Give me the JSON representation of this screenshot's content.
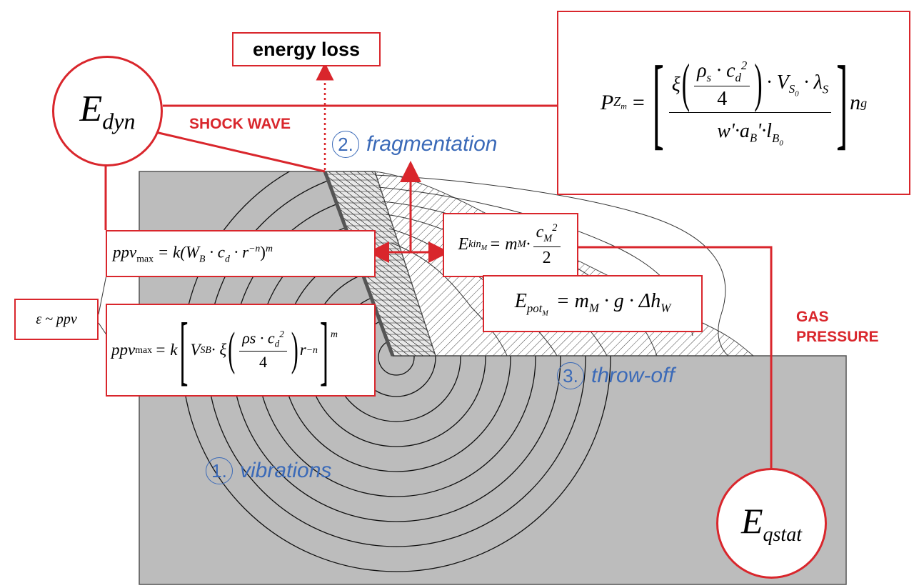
{
  "labels": {
    "energy_loss": "energy loss",
    "shock_wave": "SHOCK WAVE",
    "gas_pressure_line1": "GAS",
    "gas_pressure_line2": "PRESSURE",
    "fragmentation_num": "2.",
    "fragmentation": "fragmentation",
    "throw_off_num": "3.",
    "throw_off": "throw-off",
    "vibrations_num": "1.",
    "vibrations": "vibrations"
  },
  "circles": {
    "e_dyn": {
      "symbol": "E",
      "sub": "dyn"
    },
    "e_qstat": {
      "symbol": "E",
      "sub": "qstat"
    }
  },
  "formulas": {
    "pz": {
      "lhs": "P",
      "lhs_sub": "Z",
      "lhs_subsub": "m",
      "xi": "ξ",
      "rho": "ρ",
      "rho_sub": "s",
      "cd": "c",
      "cd_sub": "d",
      "sq": "2",
      "four": "4",
      "v": "V",
      "v_sub": "S",
      "v_subsub": "0",
      "lambda": "λ",
      "lambda_sub": "S",
      "den": "w'·a",
      "den_sub": "B",
      "den2": "'·l",
      "den2_sub": "B",
      "den2_subsub": "0",
      "n": "n",
      "n_sub": "g"
    },
    "ppv1": {
      "lhs": "ppv",
      "lhs_sub": "max",
      "rhs": "= k(W",
      "wb_sub": "B",
      "mid": " · c",
      "cd_sub": "d",
      "r": " · r",
      "r_sup": "−n",
      "close": ")",
      "m": "m"
    },
    "ppv2": {
      "lhs": "ppv",
      "lhs_sub": "max",
      "k": "= k",
      "v": "V",
      "v_sub": "SB",
      "xi": " · ξ",
      "rho": "ρs · c",
      "cd_sub": "d",
      "sq": "2",
      "four": "4",
      "r": "r",
      "r_sup": "−n",
      "m": "m"
    },
    "eps": {
      "text": "ε ~ ppv"
    },
    "ekin": {
      "lhs": "E",
      "lhs_sub": "kin",
      "lhs_subsub": "M",
      "eq": "= m",
      "m_sub": "M",
      "dot": " ·",
      "c": "c",
      "c_sub": "M",
      "sq": "2",
      "two": "2"
    },
    "epot": {
      "lhs": "E",
      "lhs_sub": "pot",
      "lhs_subsub": "M",
      "rhs": "= m",
      "m_sub": "M",
      "rest": " · g · Δh",
      "h_sub": "W"
    }
  },
  "colors": {
    "accent_red": "#d9262c",
    "label_blue": "#3b6ab8",
    "rock_gray": "#bcbcbc"
  }
}
